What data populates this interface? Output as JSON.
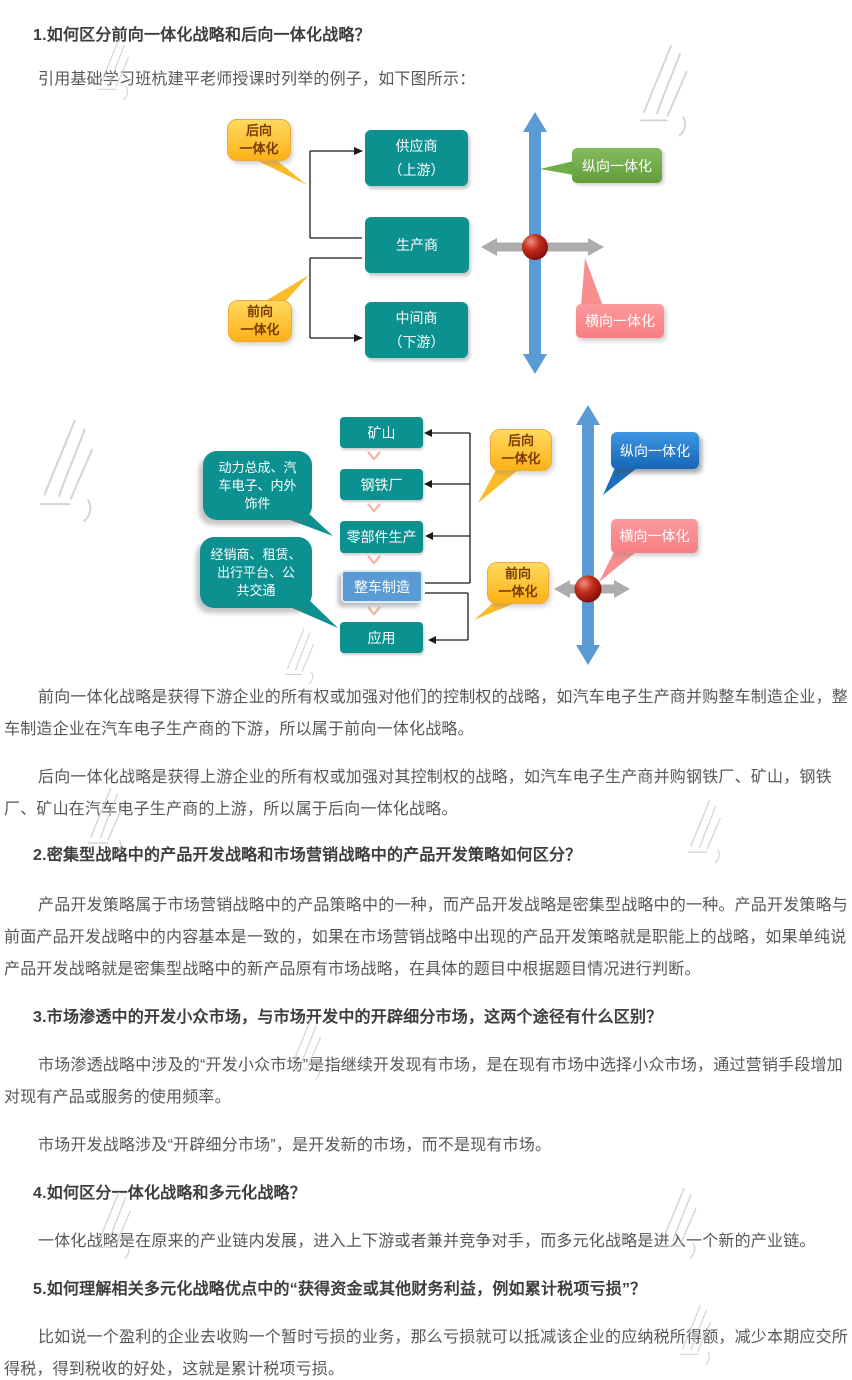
{
  "colors": {
    "teal": "#0c9190",
    "process_blue": "#5b9bd5",
    "callout_yellow": "#fcb216",
    "callout_green": "#70ad47",
    "callout_pink": "#f98d90",
    "callout_blue": "#1e78c8",
    "axis_gray": "#acacac",
    "node_red": "#b51f13",
    "heading_text": "#3d3d3d",
    "body_text": "#575757"
  },
  "q1": {
    "heading": "1.如何区分前向一体化战略和后向一体化战略？",
    "intro": "引用基础学习班杭建平老师授课时列举的例子，如下图所示：",
    "answer_forward": "前向一体化战略是获得下游企业的所有权或加强对他们的控制权的战略，如汽车电子生产商并购整车制造企业，整车制造企业在汽车电子生产商的下游，所以属于前向一体化战略。",
    "answer_backward": "后向一体化战略是获得上游企业的所有权或加强对其控制权的战略，如汽车电子生产商并购钢铁厂、矿山，钢铁厂、矿山在汽车电子生产商的上游，所以属于后向一体化战略。"
  },
  "q2": {
    "heading": "2.密集型战略中的产品开发战略和市场营销战略中的产品开发策略如何区分？",
    "answer": "产品开发策略属于市场营销战略中的产品策略中的一种，而产品开发战略是密集型战略中的一种。产品开发策略与前面产品开发战略中的内容基本是一致的，如果在市场营销战略中出现的产品开发策略就是职能上的战略，如果单纯说产品开发战略就是密集型战略中的新产品原有市场战略，在具体的题目中根据题目情况进行判断。"
  },
  "q3": {
    "heading": "3.市场渗透中的开发小众市场，与市场开发中的开辟细分市场，这两个途径有什么区别？",
    "answer_penetration": "市场渗透战略中涉及的“开发小众市场”是指继续开发现有市场，是在现有市场中选择小众市场，通过营销手段增加对现有产品或服务的使用频率。",
    "answer_development": "市场开发战略涉及“开辟细分市场”，是开发新的市场，而不是现有市场。"
  },
  "q4": {
    "heading": "4.如何区分一体化战略和多元化战略？",
    "answer": "一体化战略是在原来的产业链内发展，进入上下游或者兼并竞争对手，而多元化战略是进入一个新的产业链。"
  },
  "q5": {
    "heading": "5.如何理解相关多元化战略优点中的“获得资金或其他财务利益，例如累计税项亏损”？",
    "answer": "比如说一个盈利的企业去收购一个暂时亏损的业务，那么亏损就可以抵减该企业的应纳税所得额，减少本期应交所得税，得到税收的好处，这就是累计税项亏损。"
  },
  "diagram1": {
    "bubble_backward": {
      "lines": [
        "后向",
        "一体化"
      ]
    },
    "bubble_forward": {
      "lines": [
        "前向",
        "一体化"
      ]
    },
    "box_supplier": {
      "lines": [
        "供应商",
        "（上游）"
      ]
    },
    "box_producer": "生产商",
    "box_middleman": {
      "lines": [
        "中间商",
        "（下游）"
      ]
    },
    "label_vertical": "纵向一体化",
    "label_horizontal": "横向一体化"
  },
  "diagram2": {
    "cloud_components": {
      "lines": [
        "动力总成、汽",
        "车电子、内外",
        "饰件"
      ]
    },
    "cloud_channels": {
      "lines": [
        "经销商、租赁、",
        "出行平台、公",
        "共交通"
      ]
    },
    "box_mine": "矿山",
    "box_steel": "钢铁厂",
    "box_parts": "零部件生产",
    "box_vehicle": "整车制造",
    "box_application": "应用",
    "bubble_backward": {
      "lines": [
        "后向",
        "一体化"
      ]
    },
    "bubble_forward": {
      "lines": [
        "前向",
        "一体化"
      ]
    },
    "label_vertical": "纵向一体化",
    "label_horizontal": "横向一体化"
  }
}
